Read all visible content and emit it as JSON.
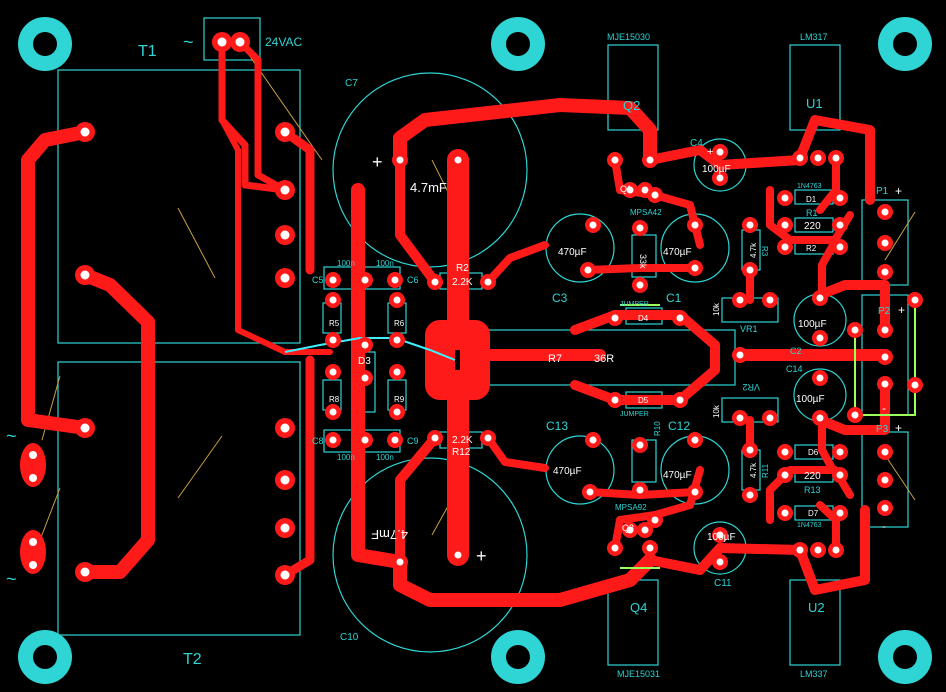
{
  "board": {
    "transformers": {
      "t1": "T1",
      "t2": "T2"
    },
    "input": {
      "symbol": "~",
      "label": "24VAC",
      "left_top": "~",
      "left_bottom": "~"
    },
    "caps_big": {
      "c7": "C7",
      "c10": "C10",
      "c7_value": "4.7mF",
      "c10_value": "4.7mF",
      "plus": "+"
    },
    "small": {
      "c5": "C5",
      "c6": "C6",
      "c8": "C8",
      "c9": "C9",
      "v100n": "100n",
      "r5": "R5",
      "r6": "R6",
      "r8": "R8",
      "r9": "R9",
      "d3": "D3",
      "r2": "R2",
      "r2v": "2.2K",
      "r12": "R12",
      "r12v": "2.2K"
    },
    "center": {
      "r7": "R7",
      "r7v": "36R",
      "jumper": "JUMPER",
      "d4": "D4",
      "d5": "D5"
    },
    "upper": {
      "q2": "Q2",
      "q2_part": "MJE15030",
      "q1": "Q1",
      "q1_part": "MPSA42",
      "c3": "C3",
      "c3v": "470µF",
      "c1": "C1",
      "c1v": "470µF",
      "r3k": "33k",
      "c4": "C4",
      "c4v": "100µF",
      "r47": "4.7k",
      "r3": "R3",
      "r10k": "10k",
      "vr1": "VR1",
      "u1": "U1",
      "u1_part": "LM317",
      "d_up": "1N4763",
      "d1": "D1",
      "r1": "R1",
      "r1v": "220",
      "r2b": "R2",
      "plus": "+"
    },
    "lower": {
      "q4": "Q4",
      "q4_part": "MJE15031",
      "q3": "Q3",
      "q3_part": "MPSA92",
      "c13": "C13",
      "c13v": "470µF",
      "c12": "C12",
      "c12v": "470µF",
      "r10": "R10",
      "c11": "C11",
      "c11v": "100µF",
      "r47b": "4.7k",
      "r11": "R11",
      "r10k": "10k",
      "vr2": "VR2",
      "u2": "U2",
      "u2_part": "LM337",
      "d_lo": "1N4763",
      "d6": "D6",
      "d7": "D7",
      "r13": "R13",
      "r13v": "220"
    },
    "right": {
      "p1": "P1",
      "p2": "P2",
      "p3": "P3",
      "c2": "C2",
      "c2v": "100µF",
      "c14": "C14",
      "c14v": "100µF",
      "plus": "+",
      "minus": "-"
    }
  }
}
